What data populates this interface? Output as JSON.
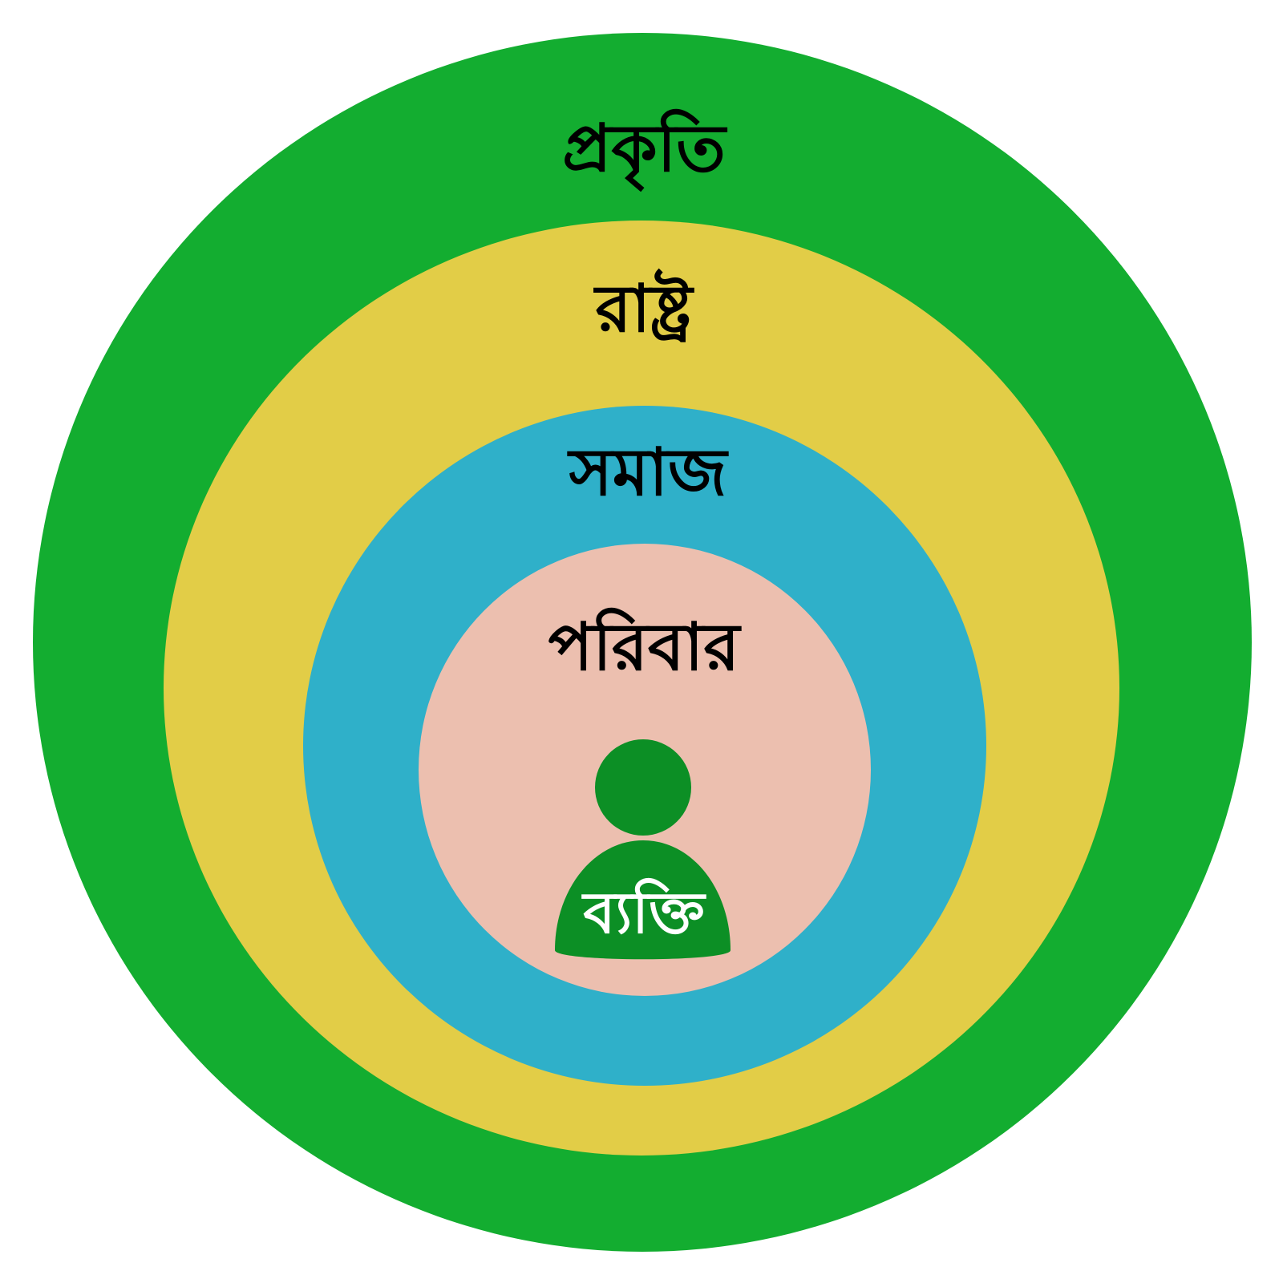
{
  "diagram": {
    "rings": [
      {
        "id": "nature",
        "label": "প্রকৃতি",
        "color": "#13ad30"
      },
      {
        "id": "state",
        "label": "রাষ্ট্র",
        "color": "#e2cd47"
      },
      {
        "id": "society",
        "label": "সমাজ",
        "color": "#2fb0c9"
      },
      {
        "id": "family",
        "label": "পরিবার",
        "color": "#ecbfaf"
      }
    ],
    "center": {
      "label": "ব্যক্তি",
      "icon": "person-icon",
      "icon_color": "#0c8f25",
      "label_color": "#ffffff"
    },
    "ring_label_color": "#000000"
  }
}
